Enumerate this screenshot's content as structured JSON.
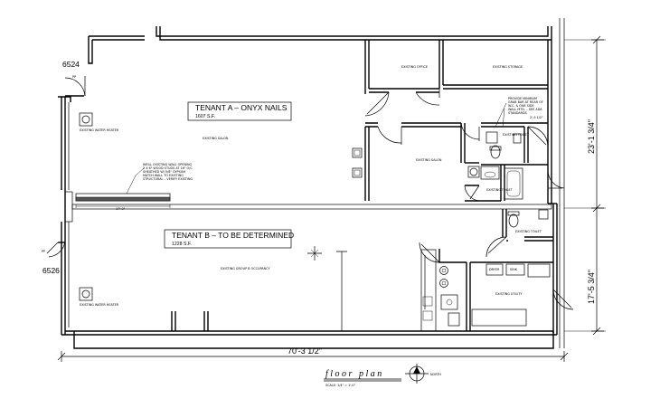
{
  "units": {
    "unit_6524": "6524",
    "unit_6526": "6526"
  },
  "tenant_a": {
    "name": "TENANT A – ONYX NAILS",
    "area": "1607 S.F."
  },
  "tenant_b": {
    "name": "TENANT B – TO BE DETERMINED",
    "area": "1228 S.F."
  },
  "dimensions": {
    "overall_width": "70'-3 1/2\"",
    "upper_depth": "23'-1 3/4\"",
    "lower_depth": "17'-5 3/4\"",
    "wall_length": "17'-0\""
  },
  "title": {
    "text": "floor plan",
    "scale": "SCALE: 1/4\" = 1'-0\"",
    "north": "NORTH"
  },
  "rooms": {
    "office_label": "EXISTING OFFICE",
    "storage_label": "EXISTING STORAGE",
    "salon_a_label": "EXISTING SALON",
    "salon_b_label": "EXISTING SALON",
    "toilet_1_label": "EXISTING TOILET",
    "toilet_2_label": "EXISTING TOILET",
    "toilet_3_label": "EXISTING TOILET",
    "group_b_label": "EXISTING GROUP B OCCUPANCY",
    "utility_label": "EXISTING UTILITY",
    "dryer_label": "DRYER",
    "sink_label": "SINK",
    "water_heater_top": "EXISTING WATER HEATER",
    "water_heater_bottom": "EXISTING WATER HEATER"
  },
  "notes": {
    "wall_note_lines": [
      "INFILL EXISTING WALL OPENING",
      "2 X 6\" WOOD STUDS AT 16\" O/C",
      "SHEATHED W/ 5/8\" GYPSUM",
      "MATCH WALL TO EXISTING",
      "STRUCTURAL – VERIFY EXISTING"
    ],
    "toilet_note_lines": [
      "PROVIDE MINIMUM",
      "GRAB BAR AT REAR OF",
      "W.C. & ONE SIDE",
      "WALL MTD. – SEE ADA",
      "STANDARDS",
      "2'-9 1/2\""
    ]
  },
  "door_tags": {
    "tag_a": "PP",
    "tag_b": "PP"
  }
}
